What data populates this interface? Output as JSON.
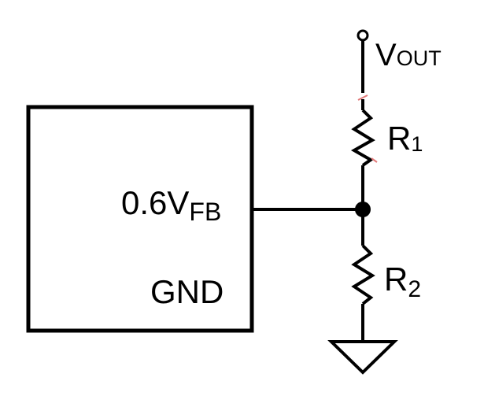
{
  "colors": {
    "stroke": "#000000",
    "background": "#ffffff",
    "lead_tint": "#e27a7a"
  },
  "labels": {
    "vout_main": "V",
    "vout_sub": "OUT",
    "r1_main": "R",
    "r1_sub": "1",
    "r2_main": "R",
    "r2_sub": "2",
    "fb_main": "0.6V",
    "fb_sub": "FB",
    "gnd": "GND"
  }
}
